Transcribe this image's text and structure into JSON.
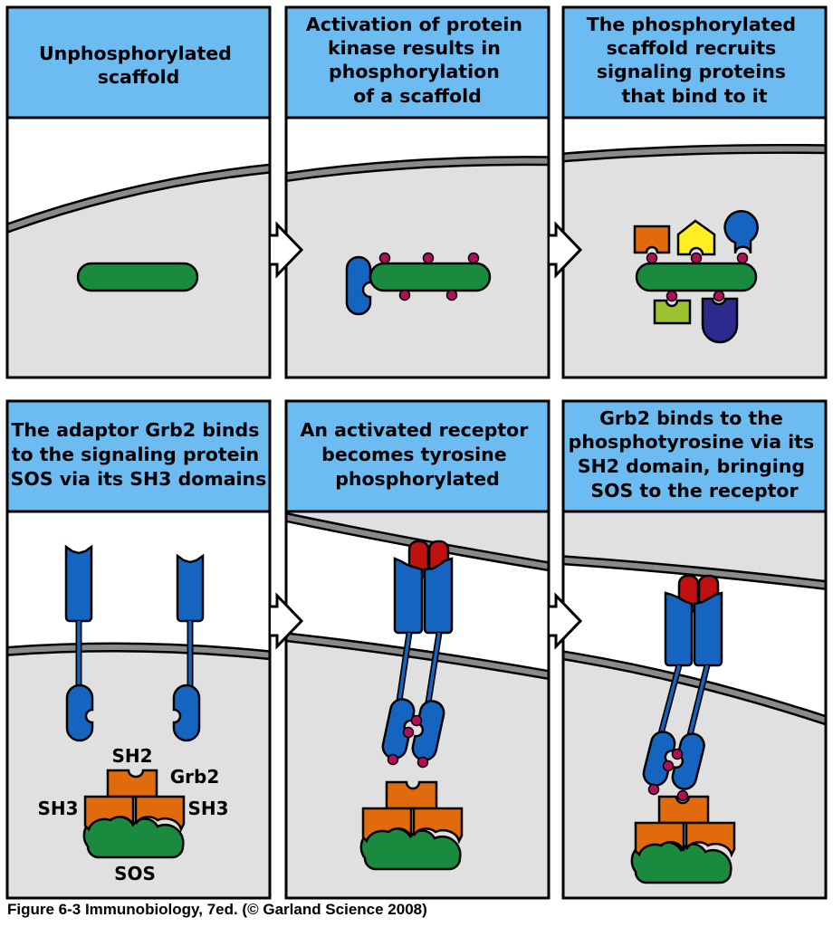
{
  "panels": [
    {
      "title": [
        "Unphosphorylated",
        "scaffold"
      ]
    },
    {
      "title": [
        "Activation of protein",
        "kinase results in",
        "phosphorylation",
        "of a scaffold"
      ]
    },
    {
      "title": [
        "The phosphorylated",
        "scaffold recruits",
        "signaling proteins",
        "that bind to it"
      ]
    },
    {
      "title": [
        "The adaptor Grb2 binds",
        "to the signaling protein",
        "SOS via its SH3 domains"
      ]
    },
    {
      "title": [
        "An activated receptor",
        "becomes tyrosine",
        "phosphorylated"
      ]
    },
    {
      "title": [
        "Grb2 binds to the",
        "phosphotyrosine via its",
        "SH2 domain, bringing",
        "SOS to the receptor"
      ]
    }
  ],
  "labels": {
    "sh2": "SH2",
    "grb2": "Grb2",
    "sh3_left": "SH3",
    "sh3_right": "SH3",
    "sos": "SOS"
  },
  "caption": "Figure 6-3  Immunobiology, 7ed. (© Garland Science 2008)",
  "colors": {
    "title_bg": "#6cbcf2",
    "cytoplasm": "#e0e0e0",
    "membrane": "#8a8a8a",
    "scaffold_green": "#1a8a3e",
    "receptor_blue": "#1565c0",
    "phospho_magenta": "#b0105a",
    "grb2_orange": "#e06a0c",
    "kinase_red": "#c01010",
    "yellow_protein": "#ffee22",
    "lime_protein": "#9cc230",
    "navy_protein": "#2c2a8c"
  }
}
